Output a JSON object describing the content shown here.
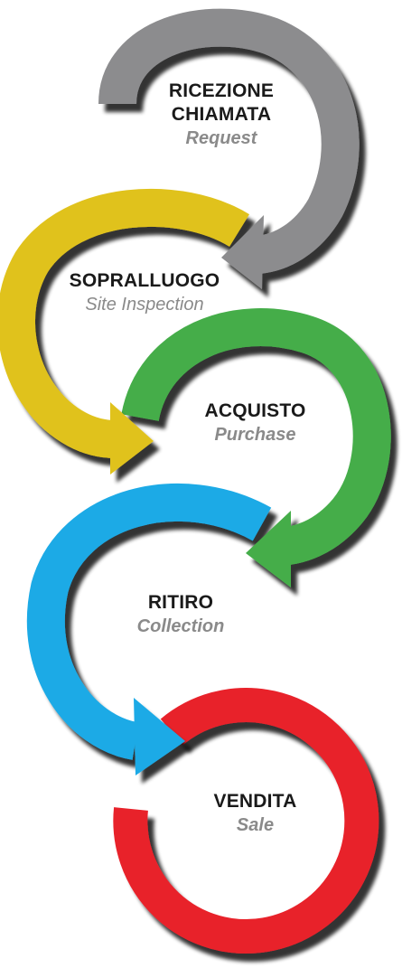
{
  "steps": [
    {
      "key": "step1",
      "it_line1": "RICEZIONE",
      "it_line2": "CHIAMATA",
      "en": "Request",
      "color": "#8c8c8e"
    },
    {
      "key": "step2",
      "it_line1": "SOPRALLUOGO",
      "en": "Site Inspection",
      "color": "#e0c21d"
    },
    {
      "key": "step3",
      "it_line1": "ACQUISTO",
      "en": "Purchase",
      "color": "#45ad4a"
    },
    {
      "key": "step4",
      "it_line1": "RITIRO",
      "en": "Collection",
      "color": "#1baae6"
    },
    {
      "key": "step5",
      "it_line1": "VENDITA",
      "en": "Sale",
      "color": "#e8202a"
    }
  ]
}
